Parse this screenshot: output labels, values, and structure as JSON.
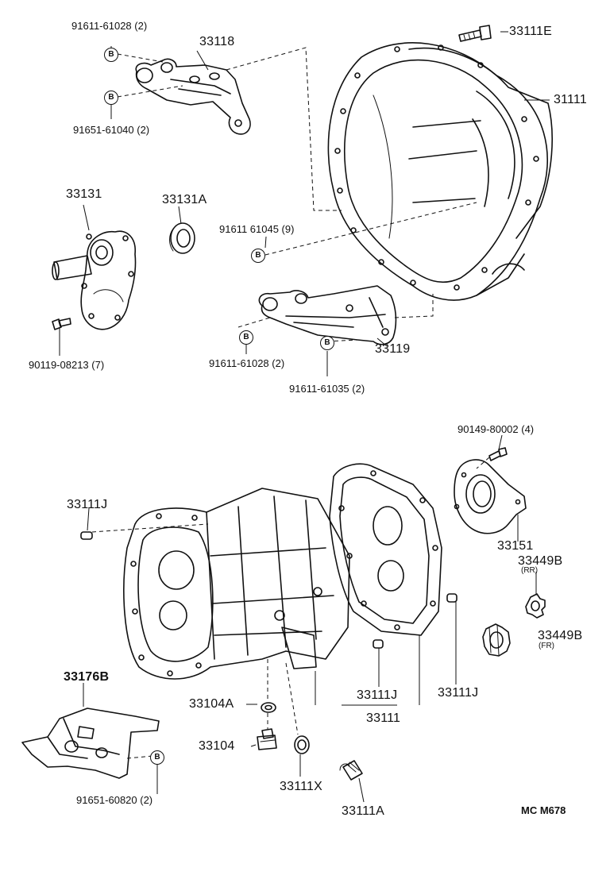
{
  "labels": {
    "p33118": "33118",
    "p33111e": "33111E",
    "p31111": "31111",
    "p33131": "33131",
    "p33131a": "33131A",
    "p33119": "33119",
    "p33111j_left": "33111J",
    "p33151": "33151",
    "p33449b_rr": "33449B",
    "p33449b_fr": "33449B",
    "p33176b": "33176B",
    "p33104a": "33104A",
    "p33104": "33104",
    "p33111x": "33111X",
    "p33111a": "33111A",
    "p33111j_mid": "33111J",
    "p33111j_right": "33111J",
    "p33111": "33111",
    "rr_note": "(RR)",
    "fr_note": "(FR)",
    "b1": "91611-61028 (2)",
    "b2": "91651-61040 (2)",
    "b3": "91611 61045 (9)",
    "b4": "90119-08213 (7)",
    "b5": "91611-61028 (2)",
    "b6": "91611-61035 (2)",
    "b7": "90149-80002 (4)",
    "b8": "91651-60820 (2)",
    "code": "MC M678",
    "bolt_mark": "B"
  }
}
